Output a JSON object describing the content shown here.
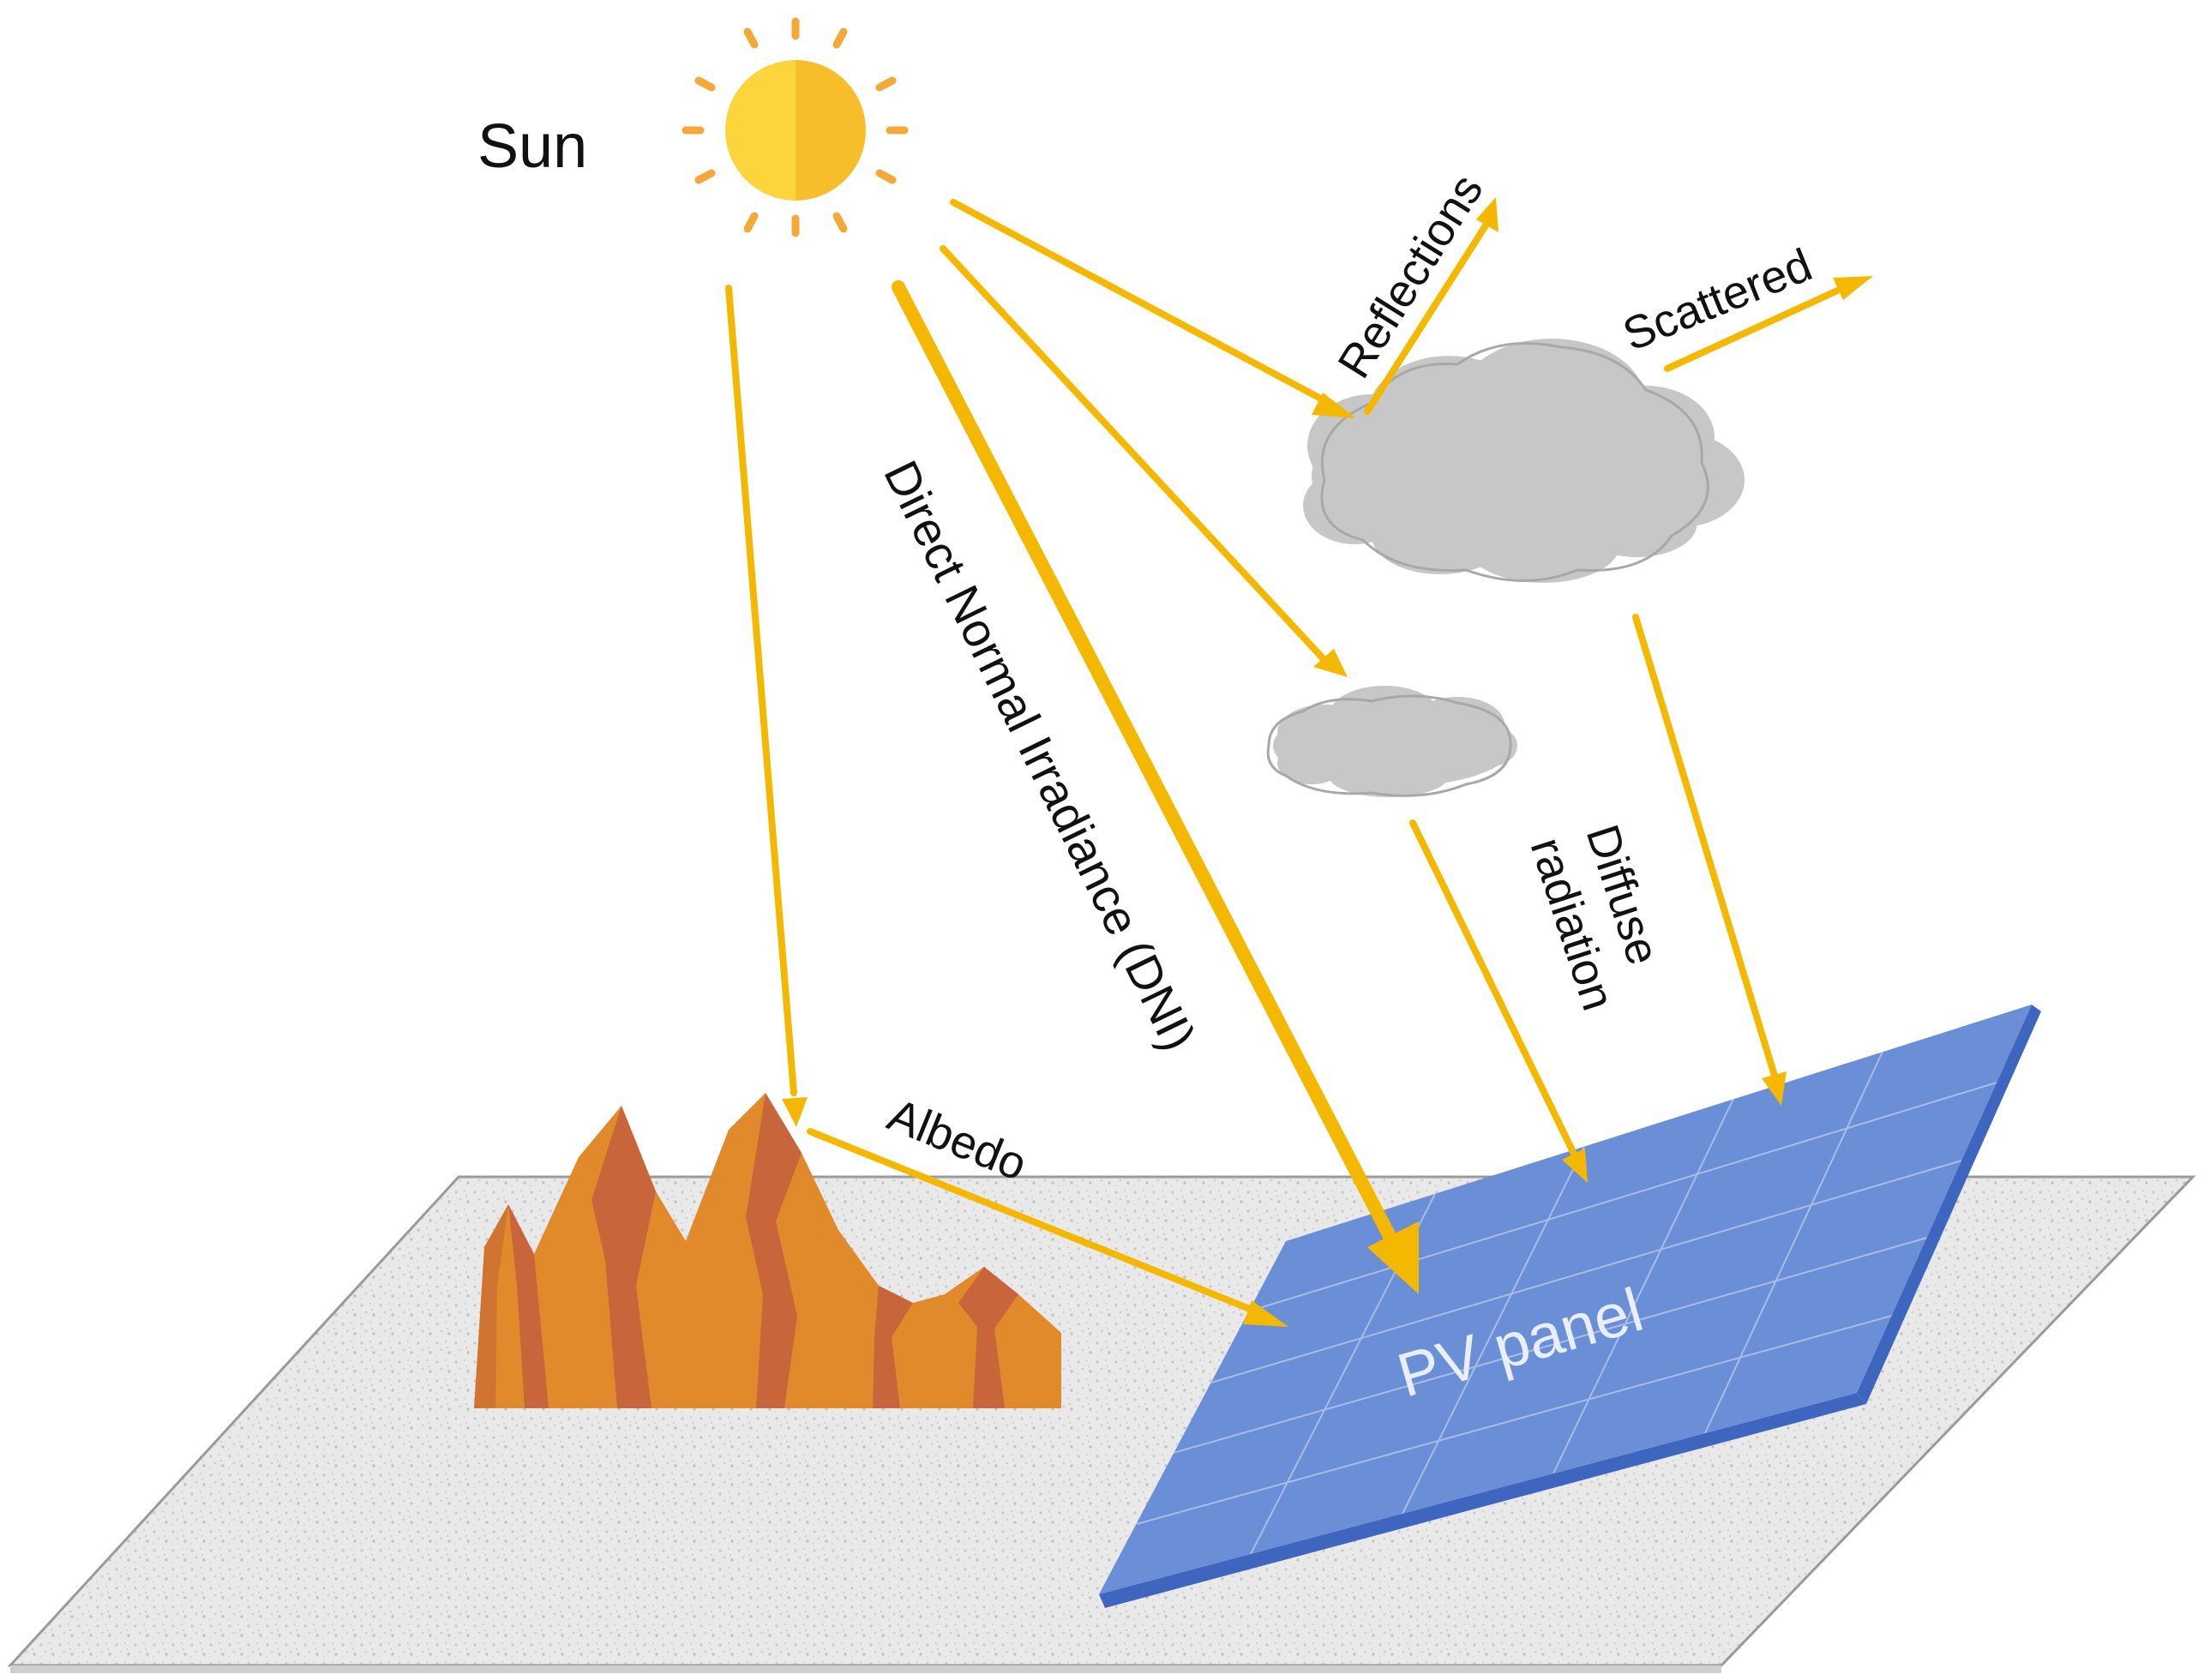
{
  "labels": {
    "sun": "Sun",
    "reflections": "Reflections",
    "scattered": "Scattered",
    "dni": "Direct Normal Irradiance (DNI)",
    "diffuse_line1": "Diffuse",
    "diffuse_line2": "radiation",
    "albedo": "Albedo",
    "pv_panel": "PV panel"
  },
  "colors": {
    "ray": "#f5b800",
    "sun_left": "#fcd43c",
    "sun_right": "#f7bd2a",
    "sun_rays": "#f4a83a",
    "cloud": "#c7c7c7",
    "cloud_shadow": "#a8a8a8",
    "ground": "#e4e4e4",
    "mountain_light": "#e08a2c",
    "mountain_dark": "#c9653a",
    "panel_top": "#6a8fd6",
    "panel_side": "#3f66bf",
    "panel_grid": "#a9bce6"
  },
  "icons": [
    "sun-icon",
    "cloud-icon",
    "mountain-icon",
    "solar-panel-icon",
    "ground-plane"
  ]
}
